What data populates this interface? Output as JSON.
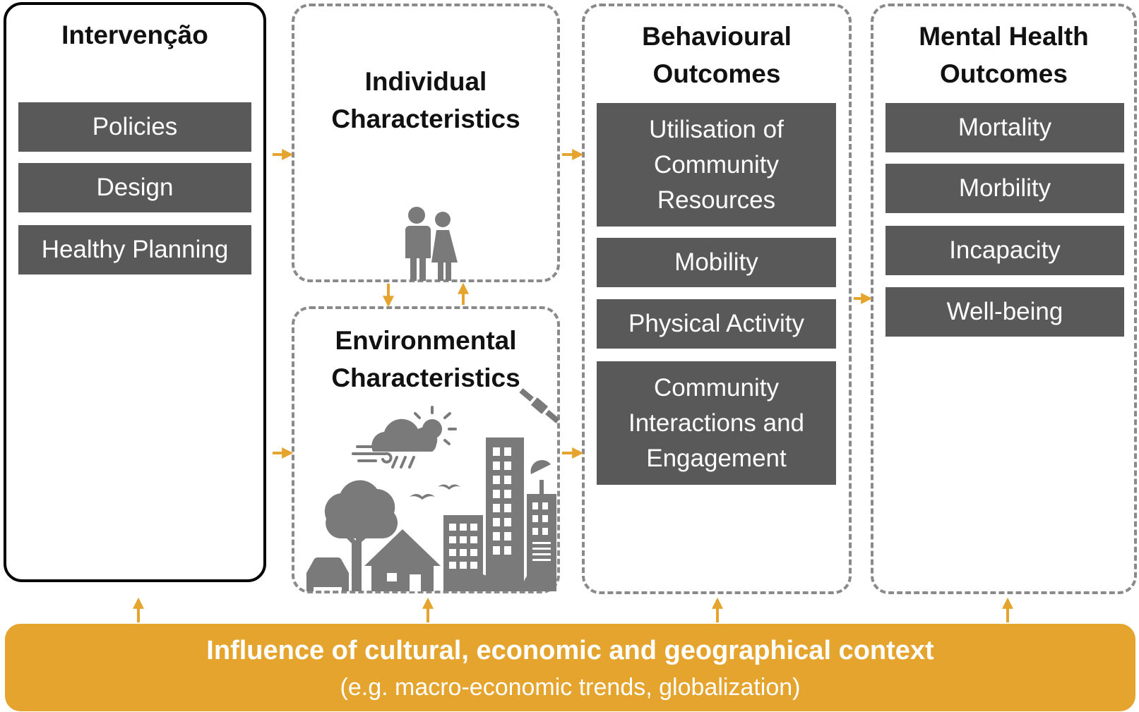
{
  "colors": {
    "box_fill": "#595959",
    "accent": "#e5a42d",
    "dashed_border": "#8a8a8a",
    "icon_gray": "#7a7a7a"
  },
  "intervention": {
    "title": "Intervenção",
    "items": [
      "Policies",
      "Design",
      "Healthy Planning"
    ]
  },
  "individual": {
    "title": "Individual\nCharacteristics",
    "icon": "couple-icon"
  },
  "environmental": {
    "title": "Environmental\nCharacteristics",
    "icon": "city-environment-icon"
  },
  "behavioural": {
    "title": "Behavioural\nOutcomes",
    "items": [
      "Utilisation of\nCommunity\nResources",
      "Mobility",
      "Physical Activity",
      "Community\nInteractions and\nEngagement"
    ]
  },
  "mental_health": {
    "title": "Mental Health\nOutcomes",
    "items": [
      "Mortality",
      "Morbility",
      "Incapacity",
      "Well-being"
    ]
  },
  "context": {
    "title": "Influence of cultural, economic and geographical context",
    "subtitle": "(e.g. macro-economic trends, globalization)"
  }
}
